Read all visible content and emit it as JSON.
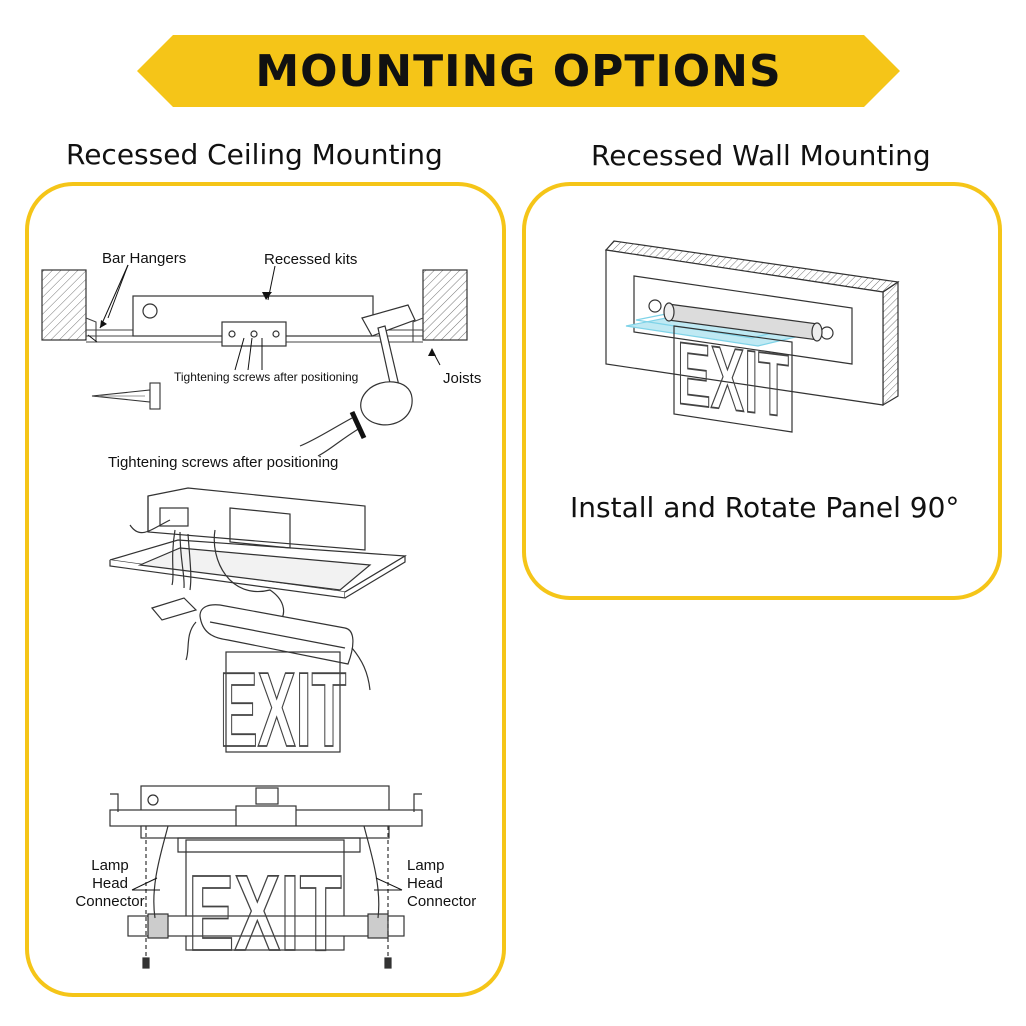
{
  "banner": {
    "title": "MOUNTING OPTIONS"
  },
  "colors": {
    "accent": "#f5c518",
    "ink": "#111111",
    "highlight": "#7fd3e8"
  },
  "ceiling": {
    "title": "Recessed Ceiling Mounting",
    "labels": {
      "bar_hangers": "Bar Hangers",
      "recessed_kits": "Recessed kits",
      "tightening_inner": "Tightening screws after positioning",
      "joists": "Joists",
      "tightening_outer": "Tightening screws after positioning",
      "lamp_left": "Lamp\nHead\nConnector",
      "lamp_right": "Lamp\nHead\nConnector"
    },
    "sign_text": "EXIT"
  },
  "wall": {
    "title": "Recessed Wall Mounting",
    "caption": "Install and Rotate Panel 90°",
    "sign_text": "EXIT"
  }
}
